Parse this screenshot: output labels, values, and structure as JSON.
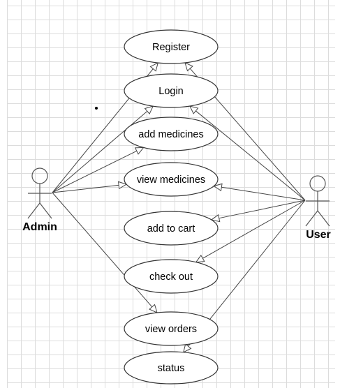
{
  "diagram": {
    "actors": [
      {
        "id": "admin",
        "label": "Admin"
      },
      {
        "id": "user",
        "label": "User"
      }
    ],
    "use_cases": [
      {
        "id": "register",
        "label": "Register"
      },
      {
        "id": "login",
        "label": "Login"
      },
      {
        "id": "add-medicines",
        "label": "add medicines"
      },
      {
        "id": "view-medicines",
        "label": "view medicines"
      },
      {
        "id": "add-to-cart",
        "label": "add to cart"
      },
      {
        "id": "check-out",
        "label": "check out"
      },
      {
        "id": "view-orders",
        "label": "view orders"
      },
      {
        "id": "status",
        "label": "status"
      }
    ],
    "associations": [
      {
        "from": "admin",
        "to": "register"
      },
      {
        "from": "admin",
        "to": "login"
      },
      {
        "from": "admin",
        "to": "add-medicines"
      },
      {
        "from": "admin",
        "to": "view-medicines"
      },
      {
        "from": "admin",
        "to": "view-orders"
      },
      {
        "from": "user",
        "to": "register"
      },
      {
        "from": "user",
        "to": "login"
      },
      {
        "from": "user",
        "to": "view-medicines"
      },
      {
        "from": "user",
        "to": "add-to-cart"
      },
      {
        "from": "user",
        "to": "check-out"
      },
      {
        "from": "user",
        "to": "status"
      }
    ]
  }
}
